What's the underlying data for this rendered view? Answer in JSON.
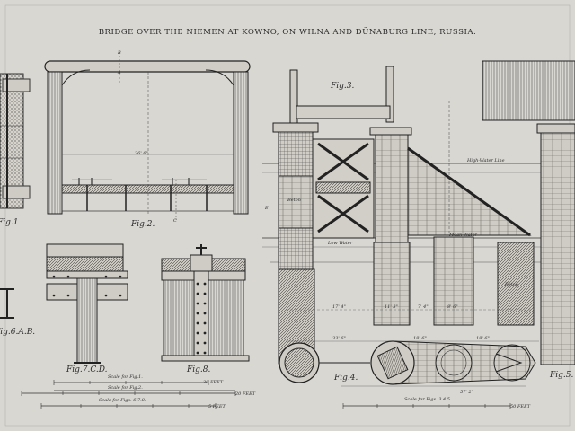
{
  "plate": {
    "title": "BRIDGE OVER THE NIEMEN AT KOWNO, ON WILNA AND DÜNABURG LINE, RUSSIA."
  },
  "figures": {
    "fig1": "Fig.1",
    "fig2": "Fig.2.",
    "fig3": "Fig.3.",
    "fig4": "Fig.4.",
    "fig5": "Fig.5.",
    "fig6": "Fig.6.A.B.",
    "fig7": "Fig.7.C.D.",
    "fig8": "Fig.8."
  },
  "annotations": {
    "high_water": "High-Water Line",
    "low_water": "Low Water",
    "mean_water": "Mean Water",
    "beton_left": "Beton",
    "beton_right": "Beton",
    "marker_a": "A",
    "marker_b": "B",
    "marker_c": "C",
    "marker_e": "E"
  },
  "scales": {
    "s1": "Scale for Fig.1.",
    "s2": "Scale for Fig.2.",
    "s3": "Scale for Figs. 6.7.8.",
    "s4": "Scale for Figs. 3.4.5",
    "feet_30": "30 FEET",
    "feet_20": "20 FEET",
    "feet_5": "5 FEET",
    "feet_50": "50 FEET"
  },
  "dims": {
    "d1": "26'  6\"",
    "d2": "33'  6\"",
    "d3": "18'  6\"",
    "d4": "18'  6\"",
    "d5": "57'  2\"",
    "d6": "17' 4\"",
    "d7": "11' 3\"",
    "d8": "7' 4\"",
    "d9": "8' 6\""
  }
}
